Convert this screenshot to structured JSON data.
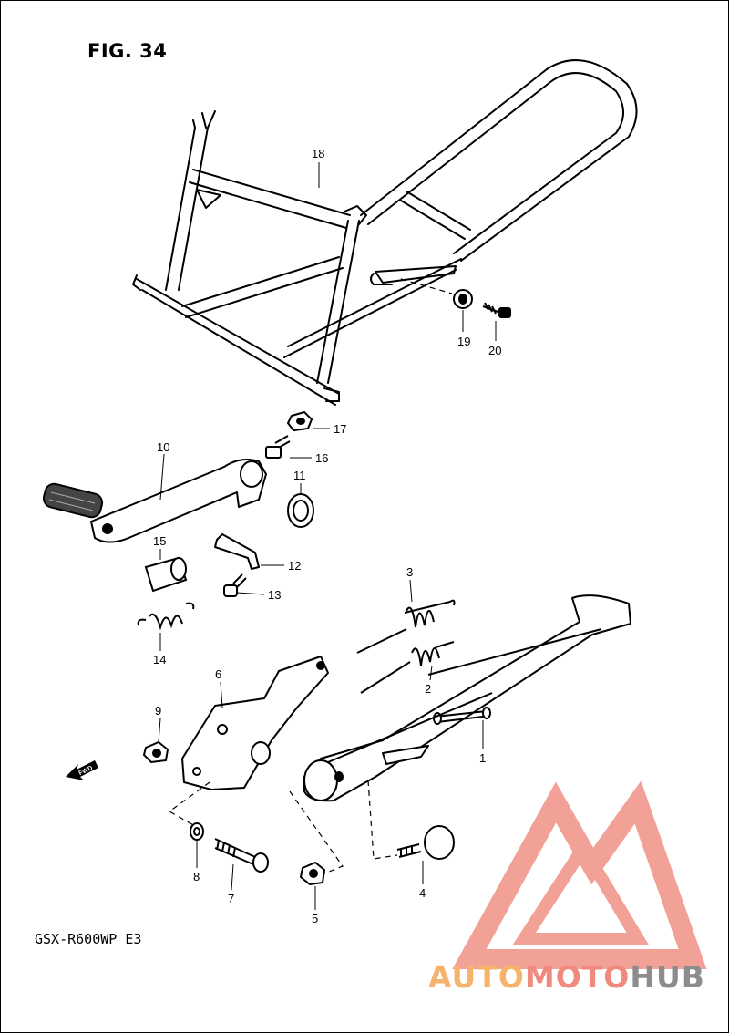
{
  "figure": {
    "title": "FIG. 34",
    "model_code": "GSX-R600WP E3",
    "fwd_label": "FWD"
  },
  "callouts": [
    {
      "id": "c1",
      "label": "1"
    },
    {
      "id": "c2",
      "label": "2"
    },
    {
      "id": "c3",
      "label": "3"
    },
    {
      "id": "c4",
      "label": "4"
    },
    {
      "id": "c5",
      "label": "5"
    },
    {
      "id": "c6",
      "label": "6"
    },
    {
      "id": "c7",
      "label": "7"
    },
    {
      "id": "c8",
      "label": "8"
    },
    {
      "id": "c9",
      "label": "9"
    },
    {
      "id": "c10",
      "label": "10"
    },
    {
      "id": "c11",
      "label": "11"
    },
    {
      "id": "c12",
      "label": "12"
    },
    {
      "id": "c13",
      "label": "13"
    },
    {
      "id": "c14",
      "label": "14"
    },
    {
      "id": "c15",
      "label": "15"
    },
    {
      "id": "c16",
      "label": "16"
    },
    {
      "id": "c17",
      "label": "17"
    },
    {
      "id": "c18",
      "label": "18"
    },
    {
      "id": "c19",
      "label": "19"
    },
    {
      "id": "c20",
      "label": "20"
    }
  ],
  "watermark": {
    "part1": "AUTO",
    "part2": "MOTO",
    "part3": "HUB",
    "colors": {
      "orange": "#f6b36b",
      "red": "#f08a7e",
      "gray": "#8c8c8c"
    }
  }
}
